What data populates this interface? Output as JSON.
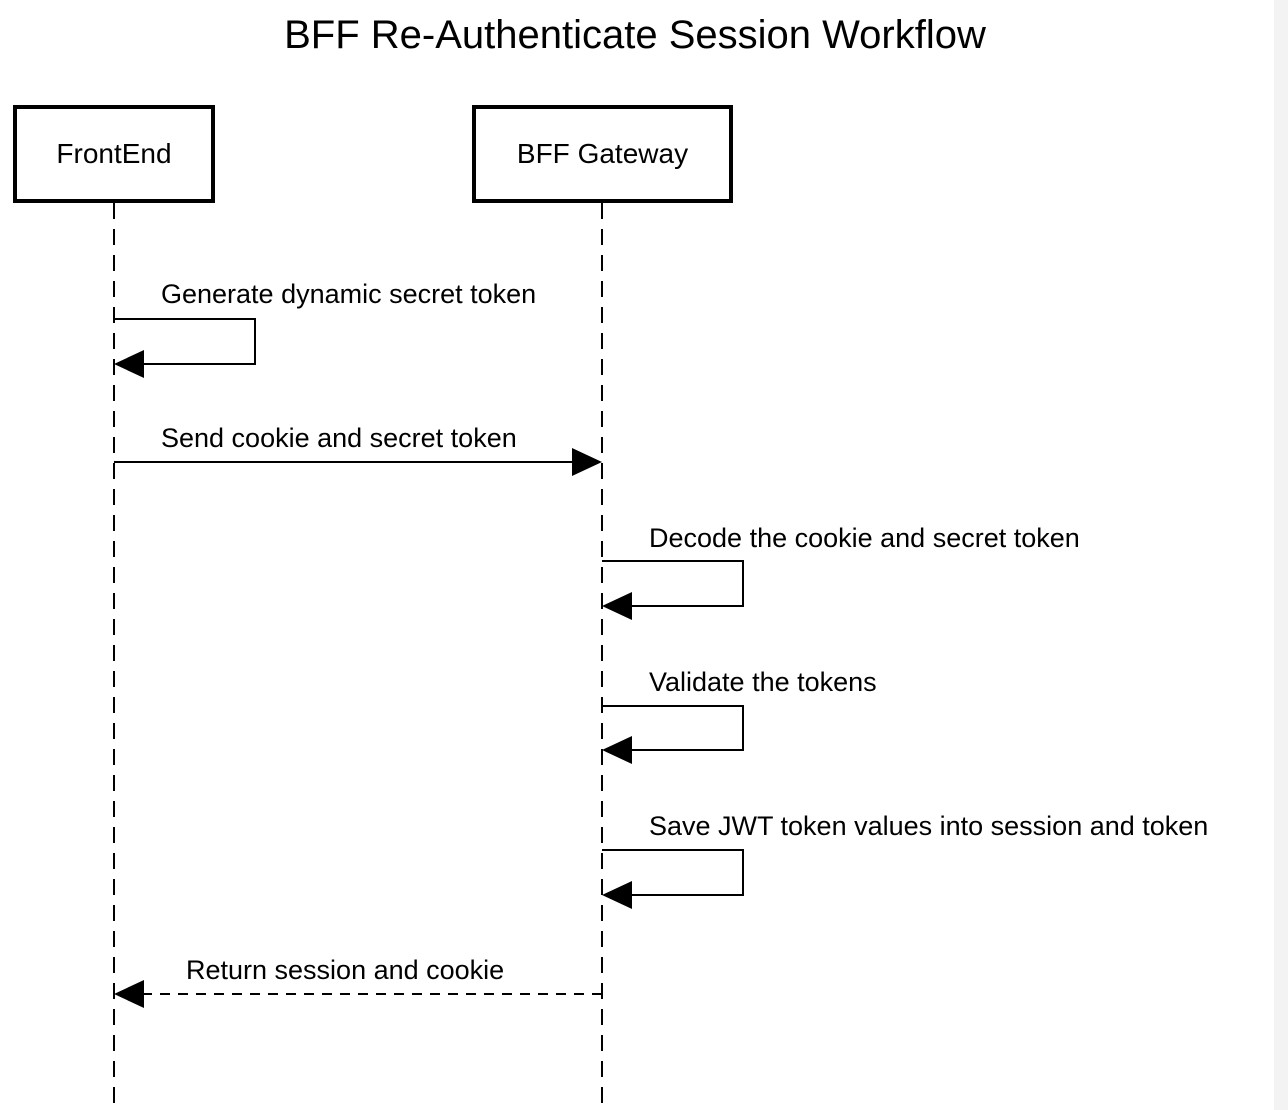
{
  "title": "BFF Re-Authenticate Session Workflow",
  "participants": {
    "frontend": "FrontEnd",
    "bff": "BFF Gateway"
  },
  "messages": [
    {
      "label": "Generate dynamic secret token",
      "from": "FrontEnd",
      "to": "FrontEnd",
      "style": "solid"
    },
    {
      "label": "Send cookie and secret token",
      "from": "FrontEnd",
      "to": "BFF Gateway",
      "style": "solid"
    },
    {
      "label": "Decode the cookie and secret token",
      "from": "BFF Gateway",
      "to": "BFF Gateway",
      "style": "solid"
    },
    {
      "label": "Validate the tokens",
      "from": "BFF Gateway",
      "to": "BFF Gateway",
      "style": "solid"
    },
    {
      "label": "Save JWT token values into session and token",
      "from": "BFF Gateway",
      "to": "BFF Gateway",
      "style": "solid"
    },
    {
      "label": "Return session and cookie",
      "from": "BFF Gateway",
      "to": "FrontEnd",
      "style": "dashed"
    }
  ]
}
